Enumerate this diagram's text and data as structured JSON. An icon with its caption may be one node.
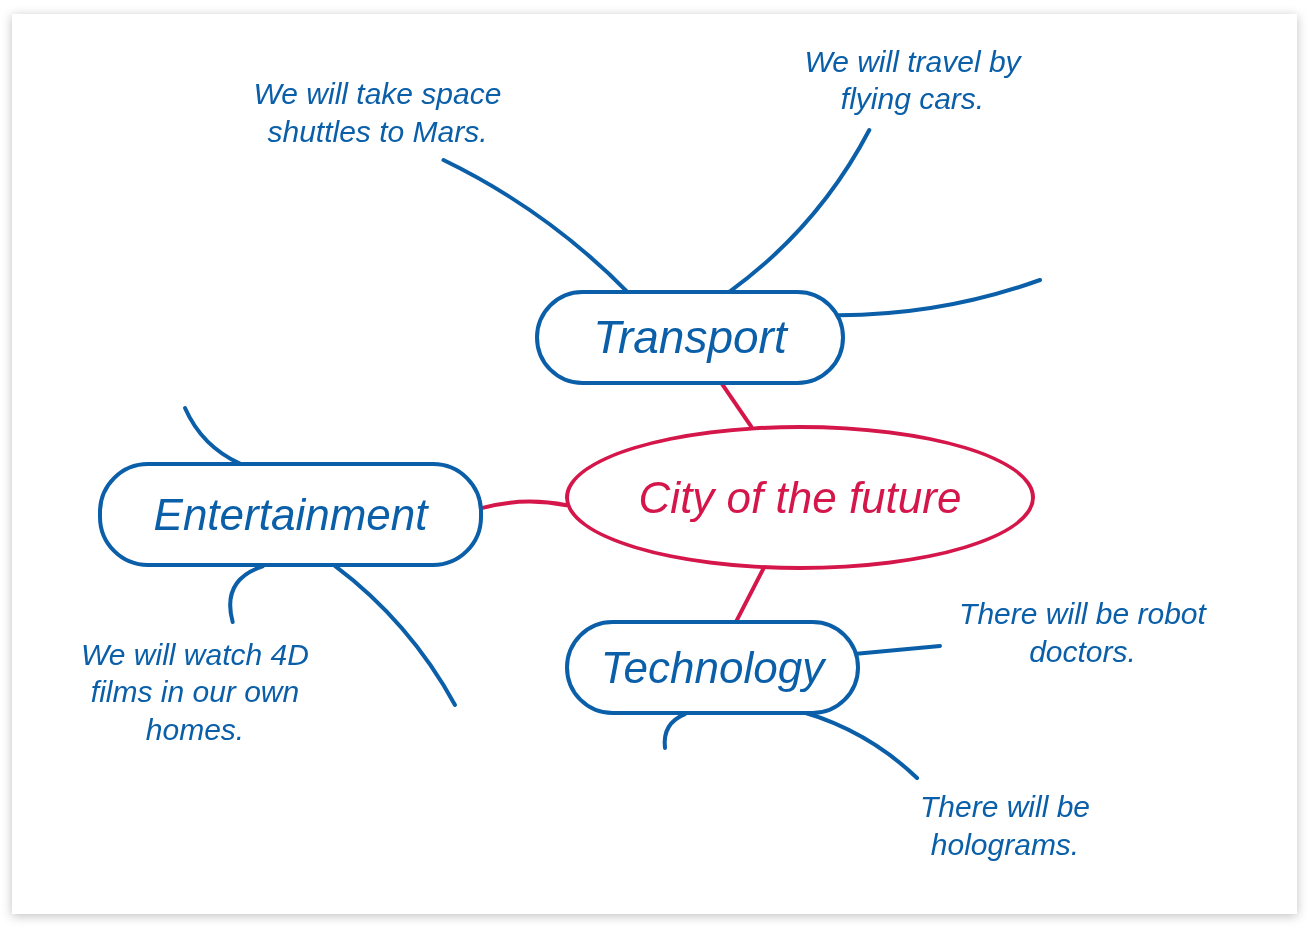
{
  "diagram": {
    "nodes": [
      {
        "text": [
          "We will take space shuttles to Mars."
        ]
      },
      {
        "text": [
          "We will travel by flying cars."
        ]
      },
      {
        "text": [
          "Transport"
        ]
      },
      {
        "text": [
          "Entertainment"
        ]
      },
      {
        "text": [
          "City of the future"
        ]
      },
      {
        "text": [
          "There will be robot doctors."
        ]
      },
      {
        "text": [
          "Technology"
        ]
      },
      {
        "text": [
          "We will watch 4D films in our own homes."
        ]
      },
      {
        "text": [
          "There will be holograms."
        ]
      }
    ],
    "edges": [
      {
        "from": 4,
        "to": 2,
        "arrow": "none",
        "color": "#d4164a"
      },
      {
        "from": 4,
        "to": 3,
        "arrow": "none",
        "color": "#d4164a"
      },
      {
        "from": 4,
        "to": 6,
        "arrow": "none",
        "color": "#d4164a"
      },
      {
        "from": 2,
        "to": 0,
        "arrow": "none"
      },
      {
        "from": 2,
        "to": 1,
        "arrow": "none"
      },
      {
        "from": 2,
        "to": null,
        "arrow": "none"
      },
      {
        "from": 3,
        "to": null,
        "arrow": "none"
      },
      {
        "from": 3,
        "to": 7,
        "arrow": "none"
      },
      {
        "from": 3,
        "to": null,
        "arrow": "none"
      },
      {
        "from": 6,
        "to": 5,
        "arrow": "none"
      },
      {
        "from": 6,
        "to": 8,
        "arrow": "none"
      },
      {
        "from": 6,
        "to": null,
        "arrow": "none"
      }
    ]
  }
}
